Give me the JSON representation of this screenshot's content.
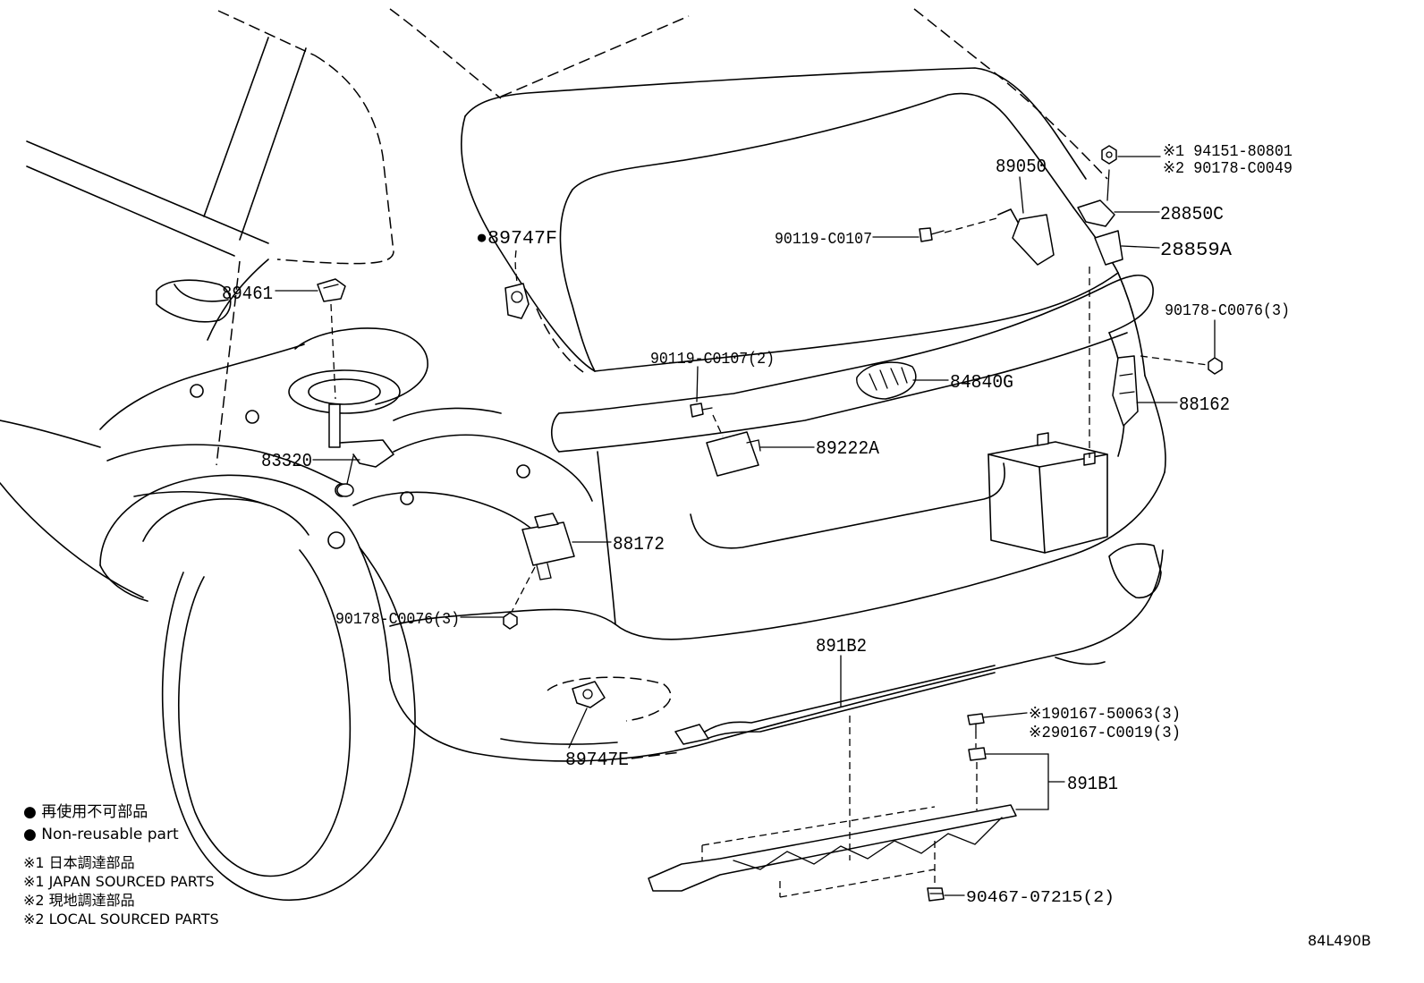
{
  "labels": {
    "p94151": "※1 94151-80801",
    "p90178_c0049": "※2 90178-C0049",
    "p89050": "89050",
    "p28850c": "28850C",
    "p28859a": "28859A",
    "p90119_c0107": "90119-C0107",
    "p89747f": "●89747F",
    "p89461": "89461",
    "p90178_c0076_right": "90178-C0076(3)",
    "p90119_c0107_2": "90119-C0107(2)",
    "p84840g": "84840G",
    "p88162": "88162",
    "p83320": "83320",
    "p89222a": "89222A",
    "p88172": "88172",
    "p90178_c0076_left": "90178-C0076(3)",
    "p891b2": "891B2",
    "p90167_50063": "※190167-50063(3)",
    "p90167_c0019": "※290167-C0019(3)",
    "p89747e": "89747E",
    "p891b1": "891B1",
    "p90467": "90467-07215(2)"
  },
  "legend": {
    "non_reusable_jp": "● 再使用不可部品",
    "non_reusable_en": "● Non-reusable part",
    "japan_sourced_jp": "※1 日本調達部品",
    "japan_sourced_en": "※1 JAPAN SOURCED PARTS",
    "local_sourced_jp": "※2 現地調達部品",
    "local_sourced_en": "※2 LOCAL SOURCED PARTS"
  },
  "illustration_code": "84L490B",
  "colors": {
    "line": "#000000",
    "background": "#ffffff"
  }
}
